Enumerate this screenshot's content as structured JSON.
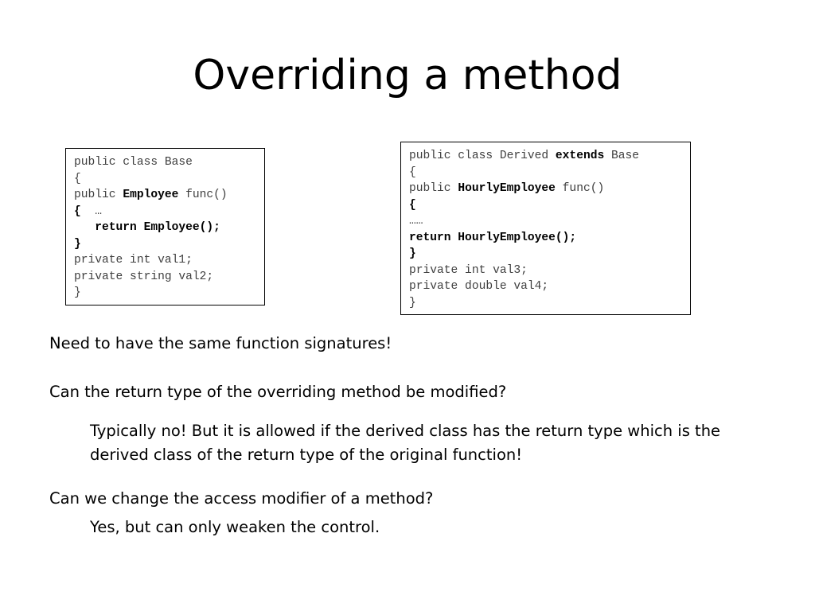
{
  "slide": {
    "title": "Overriding a method"
  },
  "code_base": {
    "l1": "public class Base",
    "l2": "{",
    "l3_a": "public ",
    "l3_b": "Employee",
    "l3_c": " func()",
    "l4_a": "{",
    "l4_b": "  …",
    "l5": "   return Employee();",
    "l6": "}",
    "l7": "private int val1;",
    "l8": "private string val2;",
    "l9": "}"
  },
  "code_derived": {
    "l1_a": "public class Derived ",
    "l1_b": "extends",
    "l1_c": " Base",
    "l2": "{",
    "l3_a": "public ",
    "l3_b": "HourlyEmployee",
    "l3_c": " func()",
    "l4": "{",
    "l5": "……",
    "l6": "return HourlyEmployee();",
    "l7": "}",
    "l8": "private int val3;",
    "l9": "private double val4;",
    "l10": "}"
  },
  "body": {
    "p1": "Need to have the same function signatures!",
    "p2": "Can the return type of the overriding method be modified?",
    "p3_line1": "Typically no! But it is allowed if the derived class has the return type which is the",
    "p3_line2": "derived class of the return type of the original function!",
    "p4": "Can we change the access modifier of a method?",
    "p5": "Yes, but can only weaken the control."
  }
}
